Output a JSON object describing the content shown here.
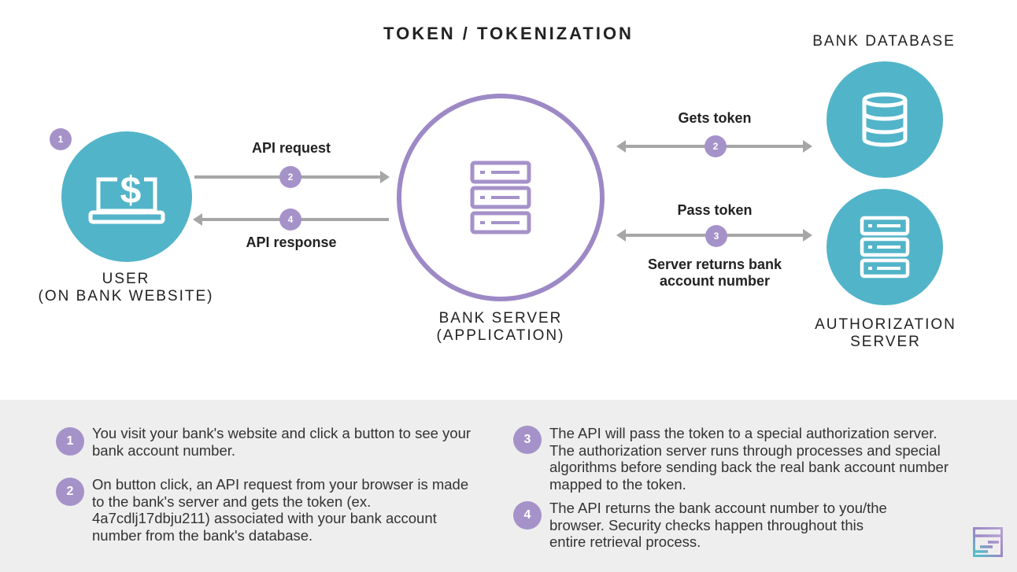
{
  "title": "TOKEN / TOKENIZATION",
  "nodes": {
    "user": {
      "label_line1": "USER",
      "label_line2": "(ON BANK WEBSITE)",
      "badge": "1"
    },
    "server": {
      "label_line1": "BANK SERVER",
      "label_line2": "(APPLICATION)"
    },
    "database": {
      "label": "BANK DATABASE"
    },
    "auth": {
      "label_line1": "AUTHORIZATION",
      "label_line2": "SERVER"
    }
  },
  "edges": {
    "api_request": {
      "label": "API request",
      "badge": "2"
    },
    "api_response": {
      "label": "API response",
      "badge": "4"
    },
    "gets_token": {
      "label": "Gets token",
      "badge": "2"
    },
    "pass_token": {
      "label": "Pass token",
      "badge": "3",
      "sublabel_line1": "Server returns bank",
      "sublabel_line2": "account number"
    }
  },
  "colors": {
    "teal": "#52b4c9",
    "purple": "#a592c9",
    "arrow": "#a6a6a6"
  },
  "steps": [
    {
      "num": "1",
      "text": "You visit your bank's website and click a button to see your bank account number."
    },
    {
      "num": "2",
      "text": "On button click, an API request from your browser is made to the bank's server and gets the token (ex. 4a7cdlj17dbju211) associated with your bank account number from the bank's database."
    },
    {
      "num": "3",
      "text": "The API will pass the token to a special authorization server. The authorization server runs through processes and special algorithms before sending back the real bank account number mapped to the token."
    },
    {
      "num": "4",
      "text": "The API returns the bank account number to you/the browser. Security checks happen throughout this entire retrieval process."
    }
  ]
}
